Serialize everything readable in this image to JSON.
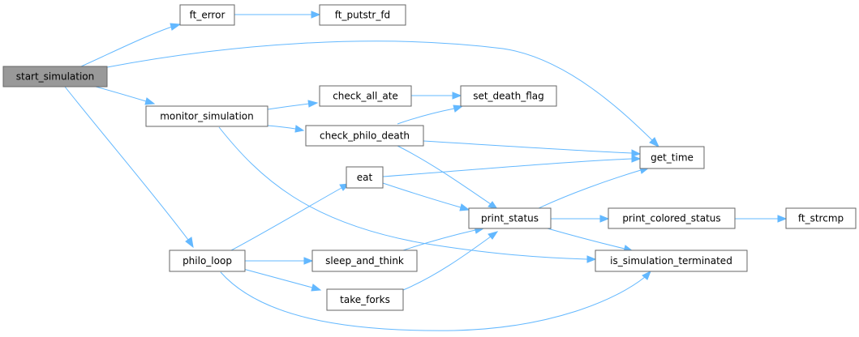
{
  "colors": {
    "edge": "#63b8ff",
    "node_border": "#666666",
    "node_fill": "#ffffff",
    "root_fill": "#999999"
  },
  "nodes": {
    "start_simulation": {
      "label": "start_simulation"
    },
    "ft_error": {
      "label": "ft_error"
    },
    "ft_putstr_fd": {
      "label": "ft_putstr_fd"
    },
    "monitor_simulation": {
      "label": "monitor_simulation"
    },
    "check_all_ate": {
      "label": "check_all_ate"
    },
    "set_death_flag": {
      "label": "set_death_flag"
    },
    "check_philo_death": {
      "label": "check_philo_death"
    },
    "get_time": {
      "label": "get_time"
    },
    "eat": {
      "label": "eat"
    },
    "print_status": {
      "label": "print_status"
    },
    "print_colored_status": {
      "label": "print_colored_status"
    },
    "ft_strcmp": {
      "label": "ft_strcmp"
    },
    "philo_loop": {
      "label": "philo_loop"
    },
    "sleep_and_think": {
      "label": "sleep_and_think"
    },
    "is_simulation_terminated": {
      "label": "is_simulation_terminated"
    },
    "take_forks": {
      "label": "take_forks"
    }
  },
  "edges": [
    {
      "from": "start_simulation",
      "to": "ft_error"
    },
    {
      "from": "start_simulation",
      "to": "get_time"
    },
    {
      "from": "start_simulation",
      "to": "monitor_simulation"
    },
    {
      "from": "start_simulation",
      "to": "philo_loop"
    },
    {
      "from": "ft_error",
      "to": "ft_putstr_fd"
    },
    {
      "from": "monitor_simulation",
      "to": "check_all_ate"
    },
    {
      "from": "monitor_simulation",
      "to": "check_philo_death"
    },
    {
      "from": "monitor_simulation",
      "to": "is_simulation_terminated"
    },
    {
      "from": "check_all_ate",
      "to": "set_death_flag"
    },
    {
      "from": "check_philo_death",
      "to": "set_death_flag"
    },
    {
      "from": "check_philo_death",
      "to": "get_time"
    },
    {
      "from": "check_philo_death",
      "to": "print_status"
    },
    {
      "from": "eat",
      "to": "get_time"
    },
    {
      "from": "eat",
      "to": "print_status"
    },
    {
      "from": "print_status",
      "to": "get_time"
    },
    {
      "from": "print_status",
      "to": "print_colored_status"
    },
    {
      "from": "print_status",
      "to": "is_simulation_terminated"
    },
    {
      "from": "print_colored_status",
      "to": "ft_strcmp"
    },
    {
      "from": "philo_loop",
      "to": "eat"
    },
    {
      "from": "philo_loop",
      "to": "sleep_and_think"
    },
    {
      "from": "philo_loop",
      "to": "take_forks"
    },
    {
      "from": "philo_loop",
      "to": "is_simulation_terminated"
    },
    {
      "from": "sleep_and_think",
      "to": "print_status"
    },
    {
      "from": "take_forks",
      "to": "print_status"
    }
  ]
}
